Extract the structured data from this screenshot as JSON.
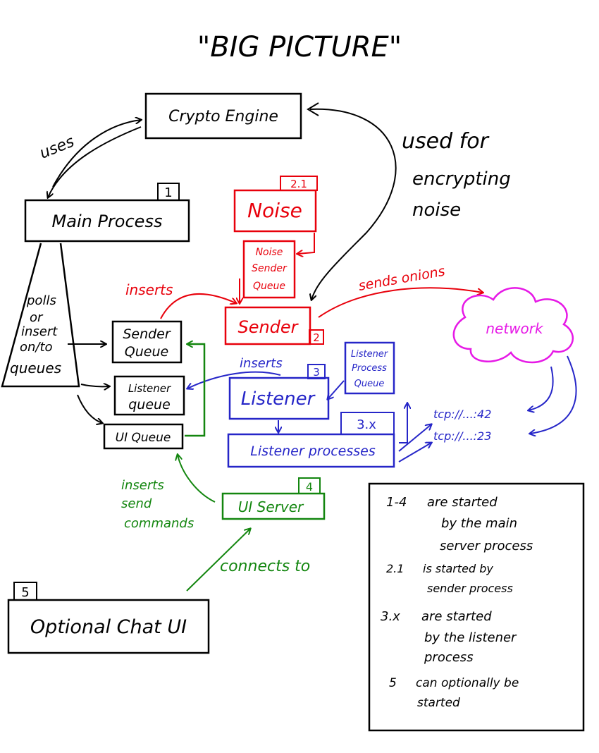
{
  "title": "\"BIG PICTURE\"",
  "colors": {
    "ink": "#000000",
    "sender": "#e8000b",
    "listener": "#2626c8",
    "ui": "#13860f",
    "network": "#e619e6"
  },
  "nodes": {
    "crypto_engine": "Crypto Engine",
    "main_process": "Main Process",
    "main_badge": "1",
    "noise": "Noise",
    "noise_badge": "2.1",
    "noise_queue": [
      "Noise",
      "Sender",
      "Queue"
    ],
    "sender": "Sender",
    "sender_badge": "2",
    "sender_queue": [
      "Sender",
      "Queue"
    ],
    "listener_queue": [
      "Listener",
      "queue"
    ],
    "ui_queue": "UI Queue",
    "listener": "Listener",
    "listener_badge": "3",
    "listener_process_queue": [
      "Listener",
      "Process",
      "Queue"
    ],
    "listener_processes": "Listener processes",
    "listener_processes_badge": "3.x",
    "network": "network",
    "tcp_1": "tcp://...:42",
    "tcp_2": "tcp://...:23",
    "ui_server": "UI Server",
    "ui_server_badge": "4",
    "chat_ui": "Optional Chat UI",
    "chat_ui_badge": "5"
  },
  "edge_labels": {
    "uses": "uses",
    "used_for": [
      "used for",
      "encrypting",
      "noise"
    ],
    "polls": [
      "polls",
      "or",
      "insert",
      "on/to",
      "queues"
    ],
    "inserts_red": "inserts",
    "sends_onions": "sends onions",
    "inserts_blue": "inserts",
    "inserts_send": [
      "inserts",
      "send",
      "commands"
    ],
    "connects_to": "connects to"
  },
  "notes": [
    {
      "num": "1-4",
      "text": [
        "are started",
        "by the main",
        "server process"
      ]
    },
    {
      "num": "2.1",
      "text": [
        "is started by",
        "sender process"
      ]
    },
    {
      "num": "3.x",
      "text": [
        "are started",
        "by the listener",
        "process"
      ]
    },
    {
      "num": "5",
      "text": [
        "can optionally be",
        "started"
      ]
    }
  ]
}
